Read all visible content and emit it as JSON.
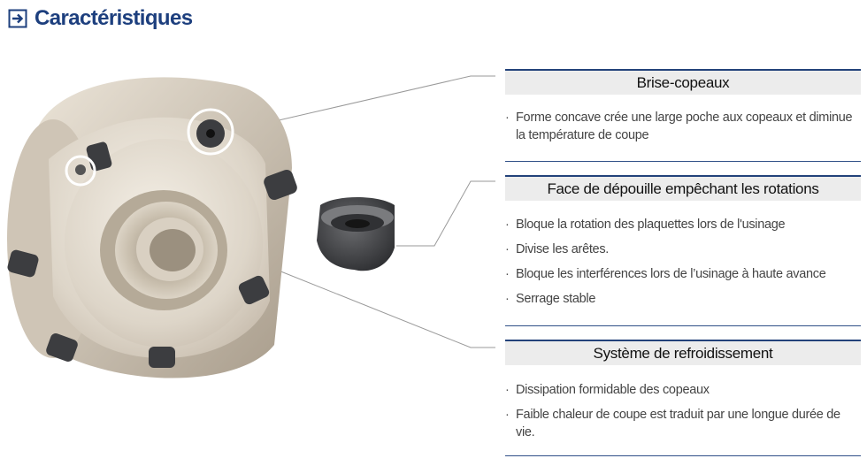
{
  "header": {
    "title": "Caractéristiques",
    "icon": "arrow-into-box-icon",
    "color": "#1d3f7e"
  },
  "panels": [
    {
      "title": "Brise-copeaux",
      "items": [
        "Forme concave crée une large poche aux copeaux et diminue la température de coupe"
      ]
    },
    {
      "title": "Face de dépouille empêchant les rotations",
      "items": [
        "Bloque la rotation des plaquettes lors de l'usinage",
        "Divise les arêtes.",
        "Bloque les interférences lors de l’usinage à haute avance",
        "Serrage stable"
      ]
    },
    {
      "title": "Système de refroidissement",
      "items": [
        "Dissipation formidable des copeaux",
        "Faible chaleur de coupe est traduit par une longue durée de vie."
      ]
    }
  ],
  "colors": {
    "panel_rule": "#23427a",
    "panel_title_bg": "#ececec"
  }
}
